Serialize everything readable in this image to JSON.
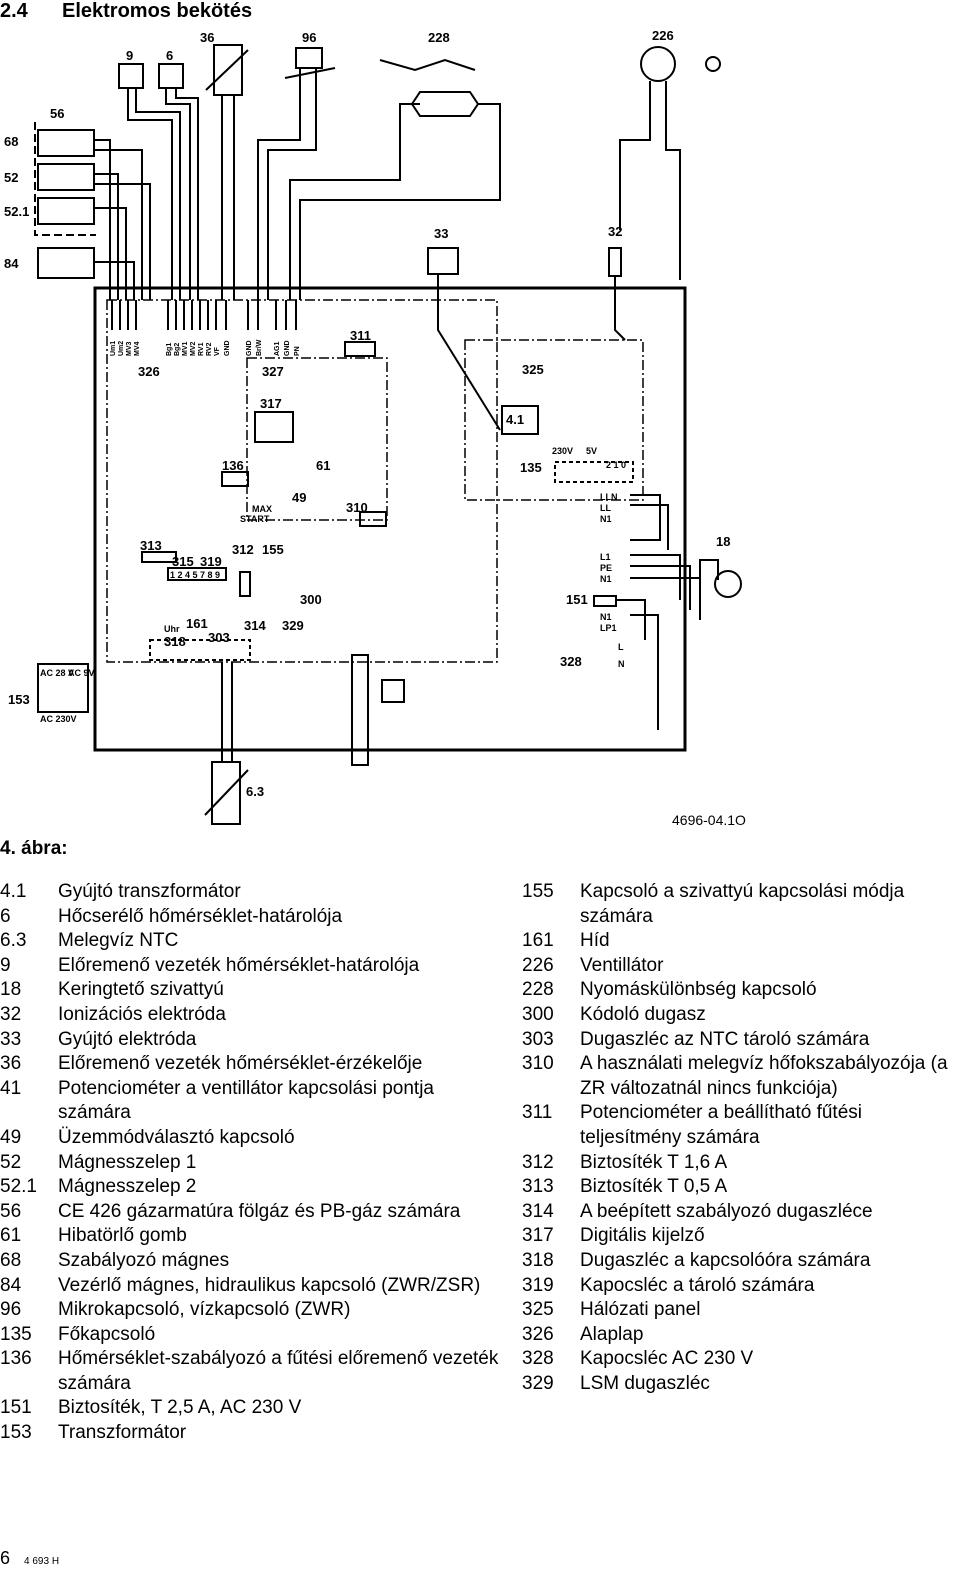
{
  "section": {
    "number": "2.4",
    "title": "Elektromos bekötés"
  },
  "figure": {
    "label": "4. ábra:",
    "drawing_number": "4696-04.1O"
  },
  "diagram_labels": {
    "l9": "9",
    "l6": "6",
    "l36": "36",
    "l96": "96",
    "l228": "228",
    "l226": "226",
    "l56": "56",
    "l68": "68",
    "l52": "52",
    "l521": "52.1",
    "l84": "84",
    "l33": "33",
    "l32": "32",
    "l326": "326",
    "l327": "327",
    "l317": "317",
    "l136": "136",
    "l61": "61",
    "l49": "49",
    "l311": "311",
    "l310": "310",
    "l325": "325",
    "l41": "4.1",
    "l135": "135",
    "l230v": "230V",
    "l5v": "5V",
    "l210": "2 1 0",
    "l313": "313",
    "l315": "315",
    "l319": "319",
    "l312": "312",
    "l155": "155",
    "l300": "300",
    "l161": "161",
    "l318": "318",
    "l303": "303",
    "l314": "314",
    "l329": "329",
    "l18": "18",
    "l151": "151",
    "l328": "328",
    "l153": "153",
    "l63": "6.3",
    "ac28": "AC 28 V",
    "ac9": "AC 9V",
    "ac230": "AC 230V",
    "max": "MAX",
    "start": "START",
    "uhr": "Uhr",
    "clk": "1 2 4 5 7 8 9",
    "lln": "LLN",
    "ll": "LL",
    "n1": "N1",
    "l1": "L1",
    "pe": "PE",
    "lp1": "LP1",
    "l": "L",
    "n": "N"
  },
  "terminal_labels": [
    "Um1",
    "Um2",
    "MV3",
    "MV4",
    "Bg1",
    "Bg2",
    "MV1",
    "MV2",
    "RV1",
    "RV2",
    "VF",
    "GND",
    "GND",
    "Br/W",
    "AG1",
    "GND",
    "PN"
  ],
  "legend_left": [
    {
      "num": "4.1",
      "text": "Gyújtó transzformátor"
    },
    {
      "num": "6",
      "text": "Hőcserélő hőmérséklet-határolója"
    },
    {
      "num": "6.3",
      "text": "Melegvíz NTC"
    },
    {
      "num": "9",
      "text": "Előremenő vezeték hőmérséklet-határolója"
    },
    {
      "num": "18",
      "text": "Keringtető szivattyú"
    },
    {
      "num": "32",
      "text": "Ionizációs elektróda"
    },
    {
      "num": "33",
      "text": "Gyújtó elektróda"
    },
    {
      "num": "36",
      "text": "Előremenő vezeték hőmérséklet-érzékelője"
    },
    {
      "num": "41",
      "text": "Potenciométer a ventillátor kapcsolási pontja számára"
    },
    {
      "num": "49",
      "text": "Üzemmódválasztó kapcsoló"
    },
    {
      "num": "52",
      "text": "Mágnesszelep 1"
    },
    {
      "num": "52.1",
      "text": "Mágnesszelep 2"
    },
    {
      "num": "56",
      "text": "CE 426 gázarmatúra fölgáz és PB-gáz számára"
    },
    {
      "num": "61",
      "text": "Hibatörlő gomb"
    },
    {
      "num": "68",
      "text": "Szabályozó mágnes"
    },
    {
      "num": "84",
      "text": "Vezérlő mágnes, hidraulikus kapcsoló (ZWR/ZSR)"
    },
    {
      "num": "96",
      "text": "Mikrokapcsoló, vízkapcsoló (ZWR)"
    },
    {
      "num": "135",
      "text": "Főkapcsoló"
    },
    {
      "num": "136",
      "text": "Hőmérséklet-szabályozó a fűtési előremenő vezeték számára"
    },
    {
      "num": "151",
      "text": "Biztosíték, T 2,5 A, AC 230 V"
    },
    {
      "num": "153",
      "text": "Transzformátor"
    }
  ],
  "legend_right": [
    {
      "num": "155",
      "text": "Kapcsoló a szivattyú kapcsolási módja számára"
    },
    {
      "num": "161",
      "text": "Híd"
    },
    {
      "num": "226",
      "text": "Ventillátor"
    },
    {
      "num": "228",
      "text": "Nyomáskülönbség kapcsoló"
    },
    {
      "num": "300",
      "text": "Kódoló dugasz"
    },
    {
      "num": "303",
      "text": "Dugaszléc az NTC tároló számára"
    },
    {
      "num": "310",
      "text": "A használati melegvíz hőfokszabályozója (a ZR változatnál nincs funkciója)"
    },
    {
      "num": "311",
      "text": "Potenciométer a beállítható fűtési teljesítmény számára"
    },
    {
      "num": "312",
      "text": "Biztosíték T 1,6 A"
    },
    {
      "num": "313",
      "text": "Biztosíték T 0,5 A"
    },
    {
      "num": "314",
      "text": "A beépített szabályozó dugaszléce"
    },
    {
      "num": "317",
      "text": "Digitális kijelző"
    },
    {
      "num": "318",
      "text": "Dugaszléc a kapcsolóóra számára"
    },
    {
      "num": "319",
      "text": "Kapocsléc a tároló számára"
    },
    {
      "num": "325",
      "text": "Hálózati panel"
    },
    {
      "num": "326",
      "text": "Alaplap"
    },
    {
      "num": "328",
      "text": "Kapocsléc AC 230 V"
    },
    {
      "num": "329",
      "text": "LSM dugaszléc"
    }
  ],
  "footer": {
    "page": "6",
    "code": "4 693 H"
  }
}
